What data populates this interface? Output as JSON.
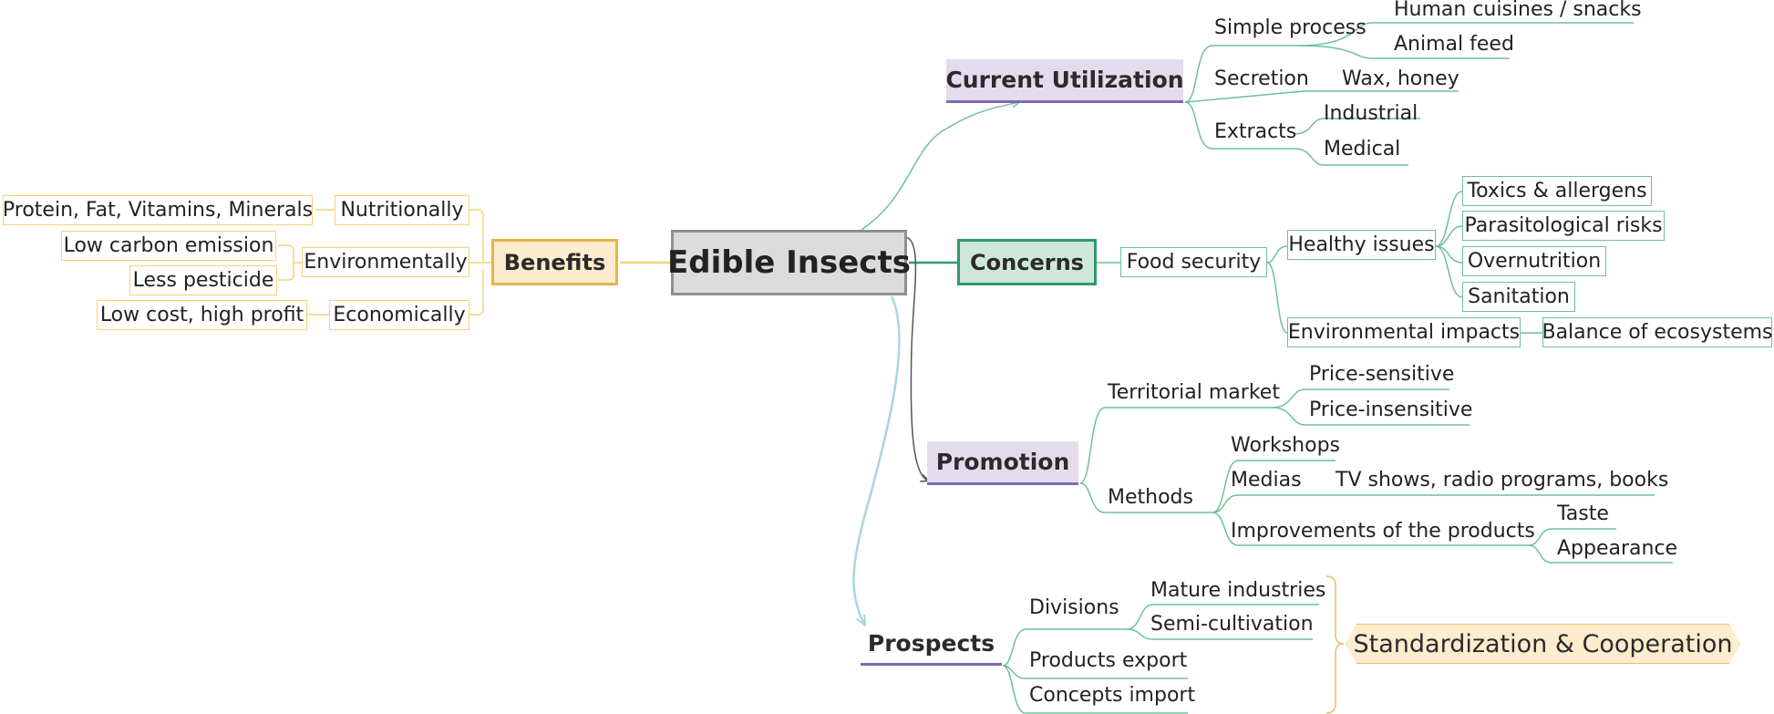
{
  "central": "Edible Insects",
  "benefits": {
    "title": "Benefits",
    "nutritionally": "Nutritionally",
    "nutrients": "Protein, Fat, Vitamins, Minerals",
    "environmentally": "Environmentally",
    "low_carbon": "Low carbon emission",
    "less_pesticide": "Less pesticide",
    "economically": "Economically",
    "low_cost": "Low cost, high profit"
  },
  "current_utilization": {
    "title": "Current Utilization",
    "simple_process": "Simple process",
    "human_cuisines": "Human cuisines / snacks",
    "animal_feed": "Animal feed",
    "secretion": "Secretion",
    "wax_honey": "Wax, honey",
    "extracts": "Extracts",
    "industrial": "Industrial",
    "medical": "Medical"
  },
  "concerns": {
    "title": "Concerns",
    "food_security": "Food security",
    "healthy_issues": "Healthy issues",
    "toxics": "Toxics & allergens",
    "parasitological": "Parasitological risks",
    "overnutrition": "Overnutrition",
    "sanitation": "Sanitation",
    "environmental_impacts": "Environmental impacts",
    "balance": "Balance of ecosystems"
  },
  "promotion": {
    "title": "Promotion",
    "territorial_market": "Territorial market",
    "price_sensitive": "Price-sensitive",
    "price_insensitive": "Price-insensitive",
    "methods": "Methods",
    "workshops": "Workshops",
    "medias": "Medias",
    "tv_shows": "TV shows, radio programs, books",
    "improvements": "Improvements of the products",
    "taste": "Taste",
    "appearance": "Appearance"
  },
  "prospects": {
    "title": "Prospects",
    "divisions": "Divisions",
    "mature_industries": "Mature industries",
    "semi_cultivation": "Semi-cultivation",
    "products_export": "Products export",
    "concepts_import": "Concepts import",
    "standardization": "Standardization & Cooperation"
  },
  "colors": {
    "central_border": "#8f8f8f",
    "central_fill": "#dcdcdc",
    "benefits_line": "#f6d27a",
    "benefits_fill": "#fdeccd",
    "concerns_line": "#2f9a6a",
    "concerns_fill": "#cfe7da",
    "branch_line": "#6fc09a",
    "purple_fill": "#e4dced",
    "purple_underline": "#7e6ab0",
    "promotion_arrow": "#555555",
    "prospects_arrow": "#a8d6dc"
  }
}
